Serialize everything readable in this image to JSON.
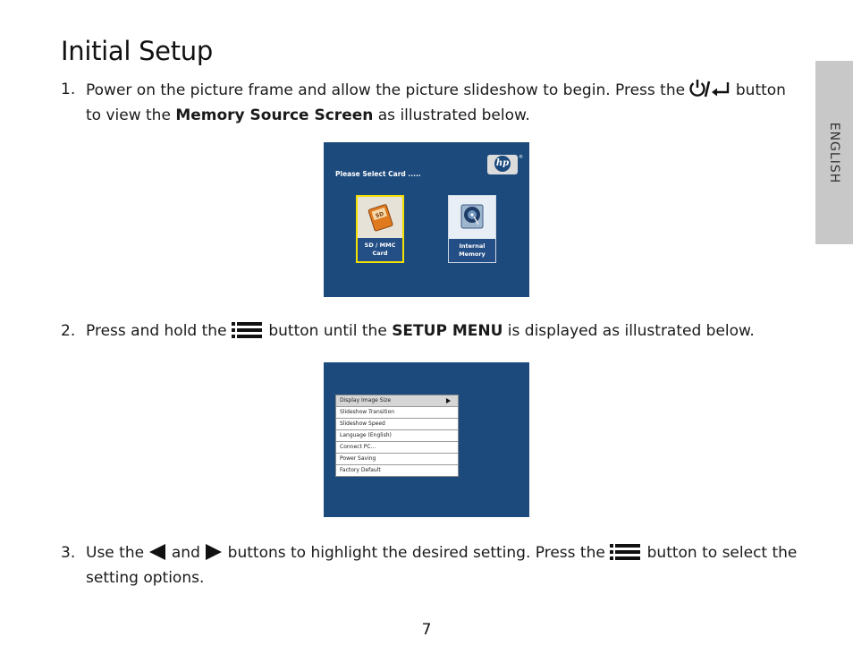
{
  "page": {
    "title": "Initial Setup",
    "side_tab": "ENGLISH",
    "page_number": "7"
  },
  "step1": {
    "number": "1.",
    "text_a": "Power on the picture frame and allow the picture slideshow to begin.  Press the ",
    "icon": "power-enter-icon",
    "text_b": " button to view the ",
    "bold": "Memory Source Screen",
    "text_c": " as illustrated below."
  },
  "source_screen": {
    "prompt": "Please Select Card .....",
    "logo": "hp",
    "logo_mark": "®",
    "cards": [
      {
        "label_line1": "SD / MMC",
        "label_line2": "Card",
        "icon": "sd-card-icon",
        "selected": true
      },
      {
        "label_line1": "Internal",
        "label_line2": "Memory",
        "icon": "hard-disk-icon",
        "selected": false
      }
    ],
    "colors": {
      "background": "#1c4a7d",
      "highlight": "#f4e000"
    }
  },
  "step2": {
    "number": "2.",
    "text_a": "Press and hold the ",
    "icon": "menu-icon",
    "text_b": " button until the ",
    "bold": "SETUP MENU",
    "text_c": " is displayed as illustrated below."
  },
  "setup_menu": {
    "items": [
      "Display Image Size",
      "Slideshow Transition",
      "Slideshow Speed",
      "Language (English)",
      "Connect PC...",
      "Power Saving",
      "Factory Default"
    ],
    "selected_index": 0
  },
  "step3": {
    "number": "3.",
    "text_a": "Use the ",
    "icon_left": "left-arrow-icon",
    "text_b": " and ",
    "icon_right": "right-arrow-icon",
    "text_c": " buttons to highlight the desired setting.  Press the ",
    "icon_menu": "menu-icon",
    "text_d": " button to select the setting options."
  }
}
